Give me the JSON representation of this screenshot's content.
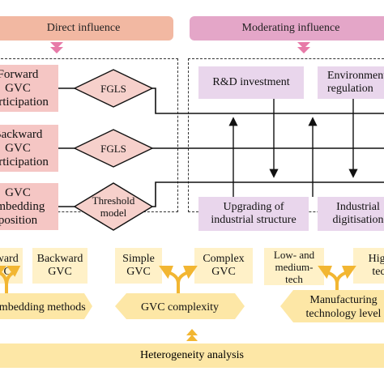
{
  "headers": {
    "direct": "Direct influence",
    "moderating": "Moderating influence",
    "heterogeneity": "Heterogeneity analysis"
  },
  "direct": {
    "rows": [
      {
        "label": [
          "Forward",
          "GVC",
          "participation"
        ],
        "method": [
          "FGLS"
        ]
      },
      {
        "label": [
          "Backward",
          "GVC",
          "participation"
        ],
        "method": [
          "FGLS"
        ]
      },
      {
        "label": [
          "GVC",
          "embedding",
          "position"
        ],
        "method": [
          "Threshold",
          "model"
        ]
      }
    ]
  },
  "moderating": {
    "top": [
      "R&D investment",
      "Environmental regulation"
    ],
    "bottom": [
      [
        "Upgrading of",
        "industrial structure"
      ],
      [
        "Industrial",
        "digitisation"
      ]
    ]
  },
  "heterogeneity": {
    "groups": [
      {
        "options": [
          "Forward GVC",
          "Backward GVC"
        ],
        "label": [
          "Embedding methods"
        ]
      },
      {
        "options": [
          "Simple GVC",
          "Complex GVC"
        ],
        "label": [
          "GVC complexity"
        ]
      },
      {
        "options": [
          "Low- and medium-tech",
          "High-tech"
        ],
        "label": [
          "Manufacturing",
          "technology level"
        ]
      }
    ]
  },
  "colors": {
    "direct_header": "#f2b8a2",
    "moderating_header": "#e4a6c8",
    "pink_box": "#f5c6c4",
    "purple_box": "#e9d6ec",
    "cream_box": "#fff1c8",
    "yellow_bar": "#fde7a6",
    "arrow_orange": "#f2b632",
    "arrow_pink": "#e77aa8"
  }
}
